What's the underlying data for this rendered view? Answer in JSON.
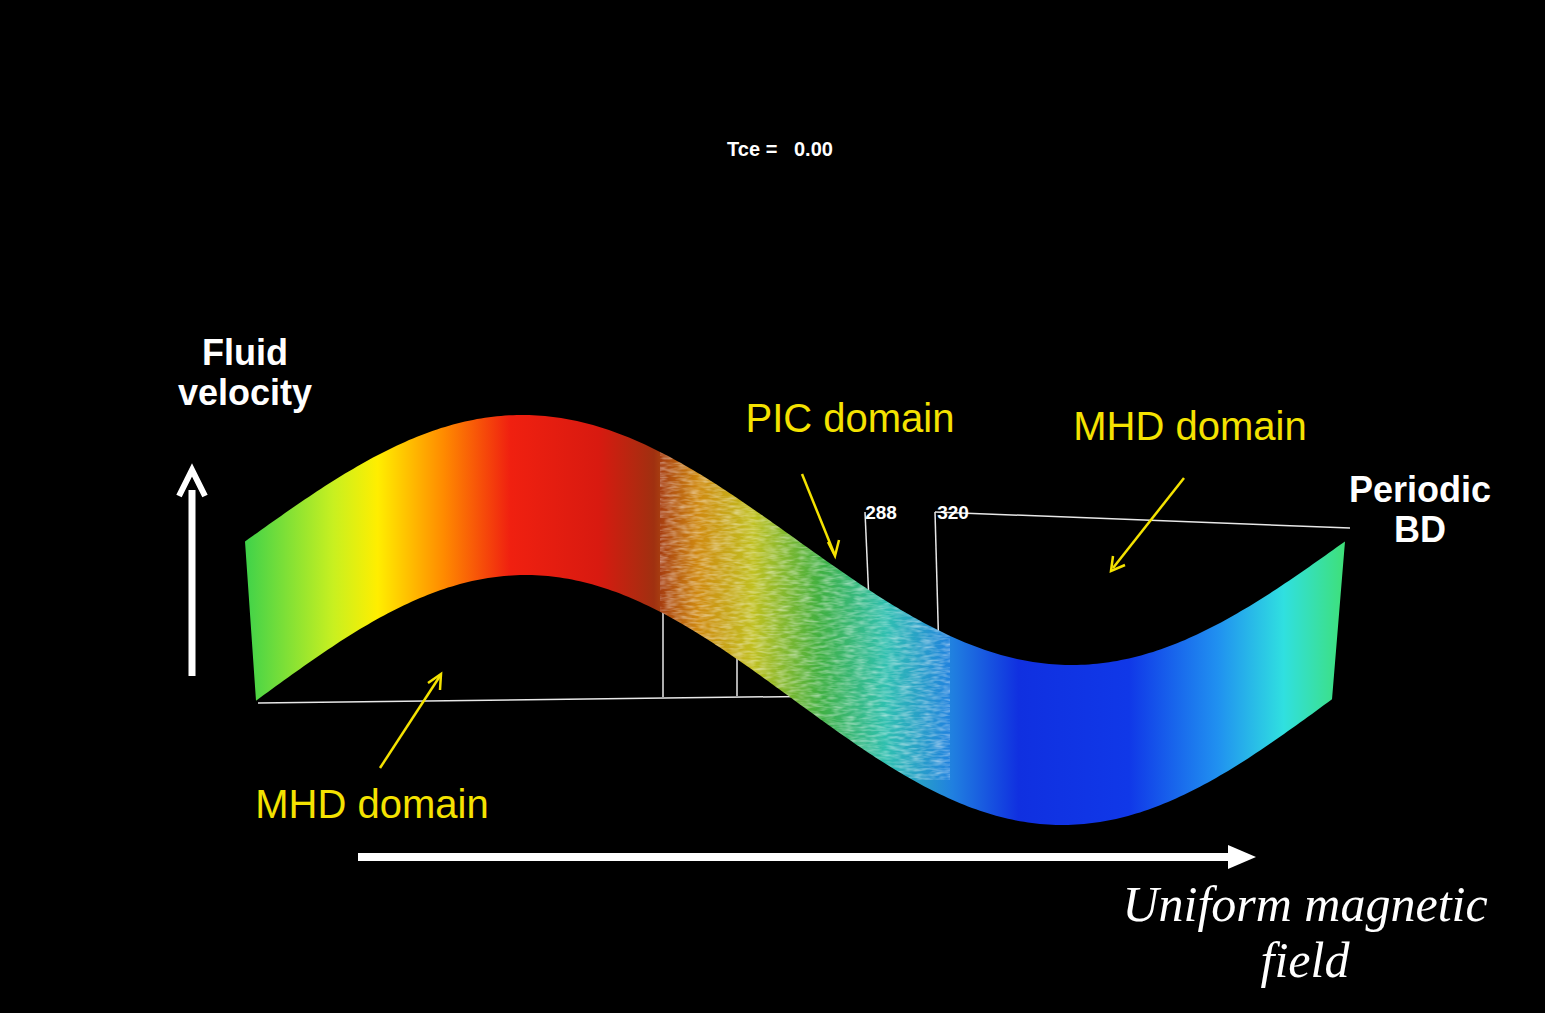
{
  "diagram": {
    "labels": [
      "Tce =   0.00",
      "Fluid velocity",
      "PIC domain",
      "MHD domain",
      "288",
      "320",
      "Periodic BD",
      "MHD domain",
      "Uniform magnetic field"
    ]
  }
}
